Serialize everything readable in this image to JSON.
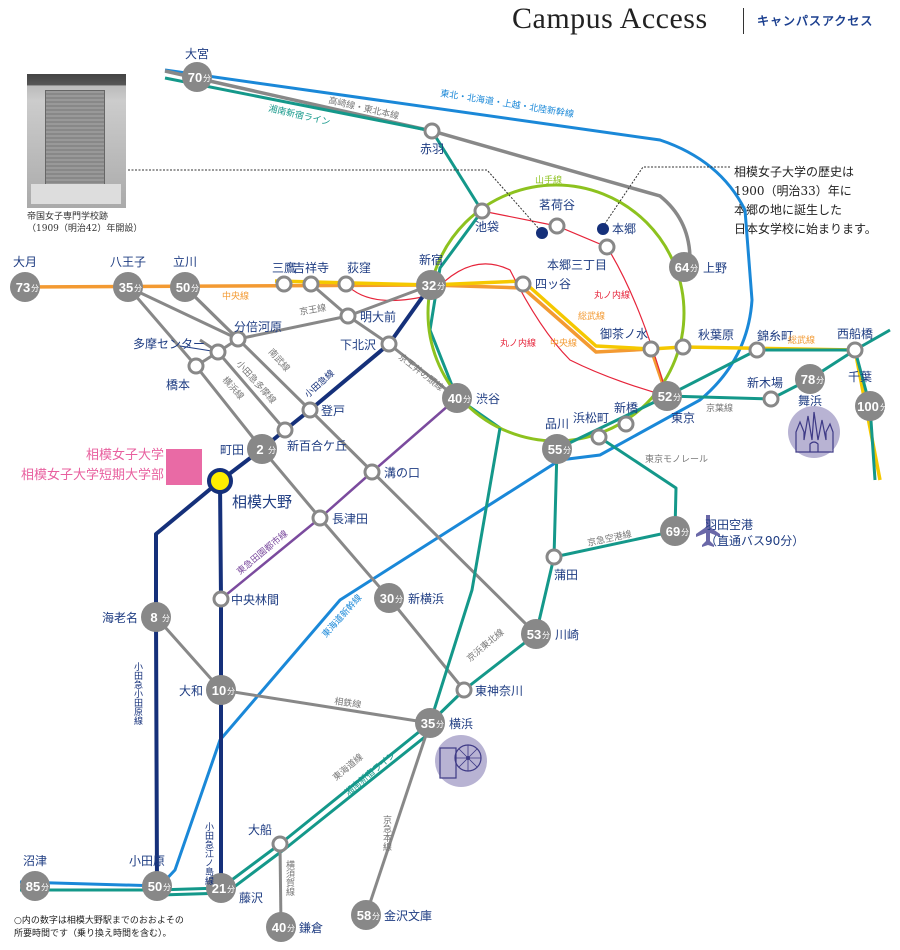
{
  "header": {
    "title": "Campus Access",
    "subtitle_ja": "キャンパスアクセス"
  },
  "photo": {
    "caption_line1": "帝国女子専門学校跡",
    "caption_line2": "（1909（明治42）年開設）"
  },
  "history_note": [
    "相模女子大学の歴史は",
    "1900（明治33）年に",
    "本郷の地に誕生した",
    "日本女学校に始まります。"
  ],
  "campus": {
    "name1": "相模女子大学",
    "name2": "相模女子大学短期大学部",
    "station": "相模大野",
    "accent": "#e96aa5",
    "station_color": "#ffee00"
  },
  "footnote": [
    "○内の数字は相模大野駅までのおおよその",
    "所要時間です（乗り換え時間を含む）。"
  ],
  "colors": {
    "jr_blue": "#1a88d8",
    "teal": "#14988a",
    "gray": "#888888",
    "navy": "#15307a",
    "yamanote": "#8dc21f",
    "chuo": "#f39a32",
    "sobu": "#f5c800",
    "marunouchi": "#e6243a",
    "purple": "#7b4b9e",
    "station_text": "#1e3c82"
  },
  "time_unit": "分",
  "stations": {
    "omiya": {
      "name": "大宮",
      "time": "70"
    },
    "akabane": {
      "name": "赤羽"
    },
    "ikebukuro": {
      "name": "池袋"
    },
    "myogadani": {
      "name": "茗荷谷"
    },
    "hongo": {
      "name": "本郷"
    },
    "hongo3": {
      "name": "本郷三丁目"
    },
    "ueno": {
      "name": "上野",
      "time": "64"
    },
    "otsuki": {
      "name": "大月",
      "time": "73"
    },
    "hachioji": {
      "name": "八王子",
      "time": "35"
    },
    "tachikawa": {
      "name": "立川",
      "time": "50"
    },
    "mitaka": {
      "name": "三鷹"
    },
    "kichijoji": {
      "name": "吉祥寺"
    },
    "ogikubo": {
      "name": "荻窪"
    },
    "shinjuku": {
      "name": "新宿",
      "time": "32"
    },
    "yotsuya": {
      "name": "四ッ谷"
    },
    "meidaimae": {
      "name": "明大前"
    },
    "bubaigawara": {
      "name": "分倍河原"
    },
    "tamacenter": {
      "name": "多摩センター"
    },
    "hashimoto": {
      "name": "橋本"
    },
    "shimokitazawa": {
      "name": "下北沢"
    },
    "shibuya": {
      "name": "渋谷",
      "time": "40"
    },
    "ochanomizu": {
      "name": "御茶ノ水"
    },
    "akihabara": {
      "name": "秋葉原"
    },
    "kinshicho": {
      "name": "錦糸町"
    },
    "nishifunabashi": {
      "name": "西船橋"
    },
    "tokyo": {
      "name": "東京",
      "time": "52"
    },
    "shinkiba": {
      "name": "新木場"
    },
    "maihama": {
      "name": "舞浜",
      "time": "78"
    },
    "chiba": {
      "name": "千葉",
      "time": "100"
    },
    "shimbashi": {
      "name": "新橋"
    },
    "hamamatsucho": {
      "name": "浜松町"
    },
    "shinagawa": {
      "name": "品川",
      "time": "55"
    },
    "noborito": {
      "name": "登戸"
    },
    "shinyurigaoka": {
      "name": "新百合ケ丘"
    },
    "machida": {
      "name": "町田",
      "time": "2"
    },
    "mizonokuchi": {
      "name": "溝の口"
    },
    "nagatsuta": {
      "name": "長津田"
    },
    "chuorinkan": {
      "name": "中央林間"
    },
    "ebina": {
      "name": "海老名",
      "time": "8"
    },
    "shinyokohama": {
      "name": "新横浜",
      "time": "30"
    },
    "haneda": {
      "name": "羽田空港",
      "time": "69",
      "note": "（直通バス90分）"
    },
    "kamata": {
      "name": "蒲田"
    },
    "kawasaki": {
      "name": "川崎",
      "time": "53"
    },
    "yamato": {
      "name": "大和",
      "time": "10"
    },
    "higashikanagawa": {
      "name": "東神奈川"
    },
    "yokohama": {
      "name": "横浜",
      "time": "35"
    },
    "ofuna": {
      "name": "大船"
    },
    "numazu": {
      "name": "沼津",
      "time": "85"
    },
    "odawara": {
      "name": "小田原",
      "time": "50"
    },
    "fujisawa": {
      "name": "藤沢",
      "time": "21"
    },
    "kamakura": {
      "name": "鎌倉",
      "time": "40"
    },
    "kanazawabunko": {
      "name": "金沢文庫",
      "time": "58"
    }
  },
  "lines": {
    "tohoku_shinkansen": "東北・北海道・上越・北陸新幹線",
    "takasaki": "高崎線・東北本線",
    "shonan_shinjuku": "湘南新宿ライン",
    "yamanote": "山手線",
    "chuo": "中央線",
    "keio": "京王線",
    "marunouchi": "丸ノ内線",
    "sobu": "総武線",
    "nambu": "南武線",
    "odakyu_tama": "小田急多摩線",
    "yokohama_line": "横浜線",
    "odakyu": "小田急線",
    "inokashira": "京王井の頭線",
    "keiyo": "京葉線",
    "monorail": "東京モノレール",
    "keikyu_airport": "京急空港線",
    "denentoshi": "東急田園都市線",
    "tokaido_shinkansen": "東海道新幹線",
    "keihin_tohoku": "京浜東北線",
    "odakyu_odawara": "小田急小田原線",
    "sotetsu": "相鉄線",
    "tokaido": "東海道線",
    "odakyu_enoshima": "小田急江ノ島線",
    "yokosuka": "横須賀線",
    "keikyu": "京急本線"
  }
}
